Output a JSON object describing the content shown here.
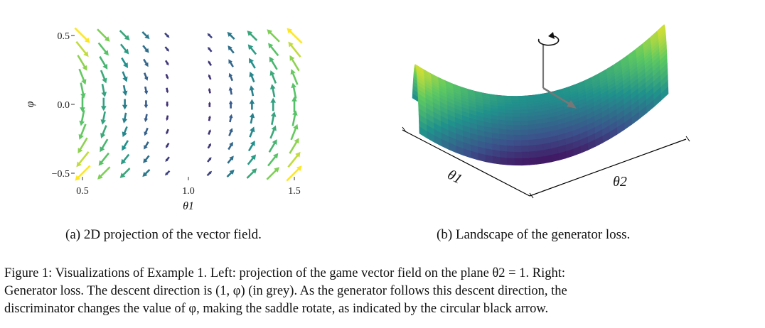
{
  "chart_data": [
    {
      "type": "quiver",
      "xlabel": "θ1",
      "ylabel": "φ",
      "x_ticks": [
        "0.5",
        "1.0",
        "1.5"
      ],
      "y_ticks": [
        "0.5",
        "0.0",
        "−0.5"
      ],
      "xlim": [
        0.45,
        1.55
      ],
      "ylim": [
        -0.55,
        0.55
      ],
      "x_grid": [
        0.5,
        0.6,
        0.7,
        0.8,
        0.9,
        1.0,
        1.1,
        1.2,
        1.3,
        1.4,
        1.5
      ],
      "y_grid": [
        -0.5,
        -0.4,
        -0.3,
        -0.2,
        -0.1,
        0.0,
        0.1,
        0.2,
        0.3,
        0.4,
        0.5
      ],
      "vector_field": "u = 2·φ·(1 − θ1), v = θ1 − 1 (rotation around (1, 0))",
      "colormap": "viridis"
    },
    {
      "type": "surface",
      "axis_labels": [
        "θ1",
        "θ2"
      ],
      "surface": "saddle (generator loss)",
      "colormap": "viridis",
      "annotations": [
        "circular black arrow",
        "grey descent arrow"
      ]
    }
  ],
  "captions": {
    "sub_a": "(a) 2D projection of the vector field.",
    "sub_b": "(b) Landscape of the generator loss.",
    "figure_lines": [
      "Figure 1: Visualizations of Example 1. Left: projection of the game vector field on the plane θ2 = 1. Right:",
      "Generator loss. The descent direction is (1, φ) (in grey). As the generator follows this descent direction, the",
      "discriminator changes the value of φ, making the saddle rotate, as indicated by the circular black arrow."
    ]
  }
}
